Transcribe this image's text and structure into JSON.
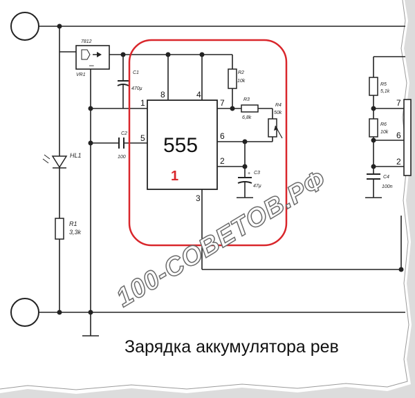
{
  "components": {
    "regulator": {
      "model": "7812",
      "ref": "VR1",
      "minus": "–"
    },
    "c1": {
      "ref": "C1",
      "value": "470µ"
    },
    "c2": {
      "ref": "C2",
      "value": "100"
    },
    "c3": {
      "ref": "C3",
      "value": "47µ",
      "polarity": "+"
    },
    "c4": {
      "ref": "C4",
      "value": "100n"
    },
    "r1": {
      "ref": "R1",
      "value": "3,3k"
    },
    "r2": {
      "ref": "R2",
      "value": "10k"
    },
    "r3": {
      "ref": "R3",
      "value": "6,8k"
    },
    "r4": {
      "ref": "R4",
      "value": "50k"
    },
    "r5": {
      "ref": "R5",
      "value": "5,1k"
    },
    "r6": {
      "ref": "R6",
      "value": "10k"
    },
    "led": {
      "ref": "HL1"
    }
  },
  "chip": {
    "name": "555",
    "marker": "1",
    "pins": {
      "p1": "1",
      "p2": "2",
      "p3": "3",
      "p4": "4",
      "p5": "5",
      "p6": "6",
      "p7": "7",
      "p8": "8"
    }
  },
  "right_chip_pins": {
    "p7": "7",
    "p6": "6",
    "p2": "2"
  },
  "caption": "Зарядка аккумулятора рев",
  "watermark": "100-СОВЕТОВ.РФ",
  "colors": {
    "highlight": "#d9262b",
    "wire": "#222222",
    "background": "#ffffff"
  }
}
